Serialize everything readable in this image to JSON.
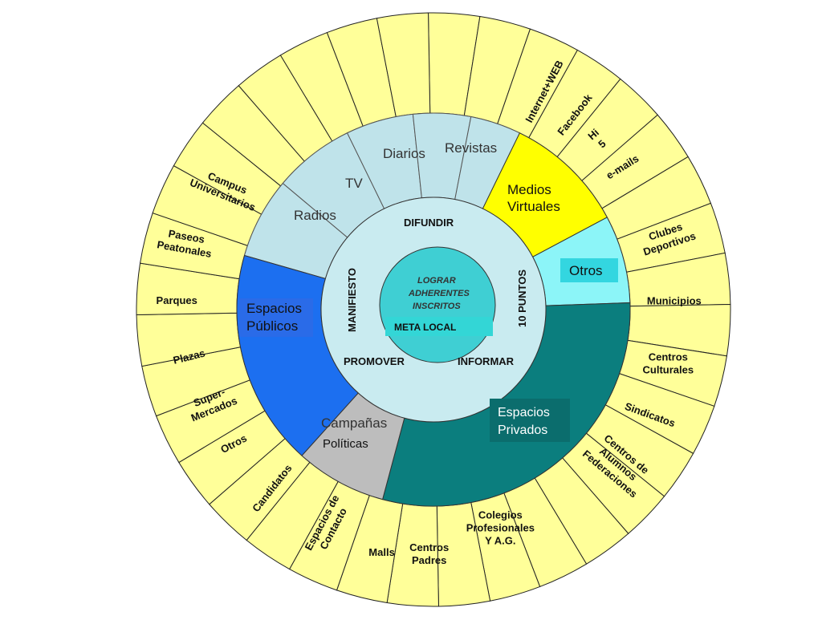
{
  "colors": {
    "outer_fill": "#FFFF99",
    "outer_stroke": "#222222",
    "media_fill": "#BFE3EA",
    "espacios_publicos": "#1C6FF0",
    "medios_virtuales": "#FFFF00",
    "otros": "#8CF5F8",
    "espacios_privados": "#0B7E7E",
    "campanas": "#BDBDBD",
    "inner_ring": "#C9EBF0",
    "core": "#3FCFD3",
    "meta_local": "#33D6D6"
  },
  "outer_ring": [
    "Internet+WEB",
    "Facebook",
    "Hi 5",
    "e-mails",
    "Clubes Deportivos",
    "Municipios",
    "Centros Culturales",
    "Sindicatos",
    "Centros de Alumnos Federaciones",
    "Colegios Profesionales Y  A.G.",
    "Centros Padres",
    "Malls",
    "Espacios de Contacto",
    "Candidatos",
    "Otros",
    "Super- Mercados",
    "Plazas",
    "Parques",
    "Paseos Peatonales",
    "Campus Universitarios"
  ],
  "media_ring": {
    "radios": "Radios",
    "tv": "TV",
    "diarios": "Diarios",
    "revistas": "Revistas"
  },
  "middle_ring": {
    "medios_virtuales": [
      "Medios",
      "Virtuales"
    ],
    "otros": "Otros",
    "espacios_privados": [
      "Espacios",
      "Privados"
    ],
    "campanas": [
      "Campañas",
      "Políticas"
    ],
    "espacios_publicos": [
      "Espacios",
      "Públicos"
    ]
  },
  "inner_ring": {
    "top": "DIFUNDIR",
    "right": "10 PUNTOS",
    "bottom_right": "INFORMAR",
    "bottom_left": "PROMOVER",
    "left": "MANIFIESTO"
  },
  "core": {
    "lines": [
      "LOGRAR",
      "ADHERENTES",
      "INSCRITOS"
    ],
    "meta": "META LOCAL"
  }
}
